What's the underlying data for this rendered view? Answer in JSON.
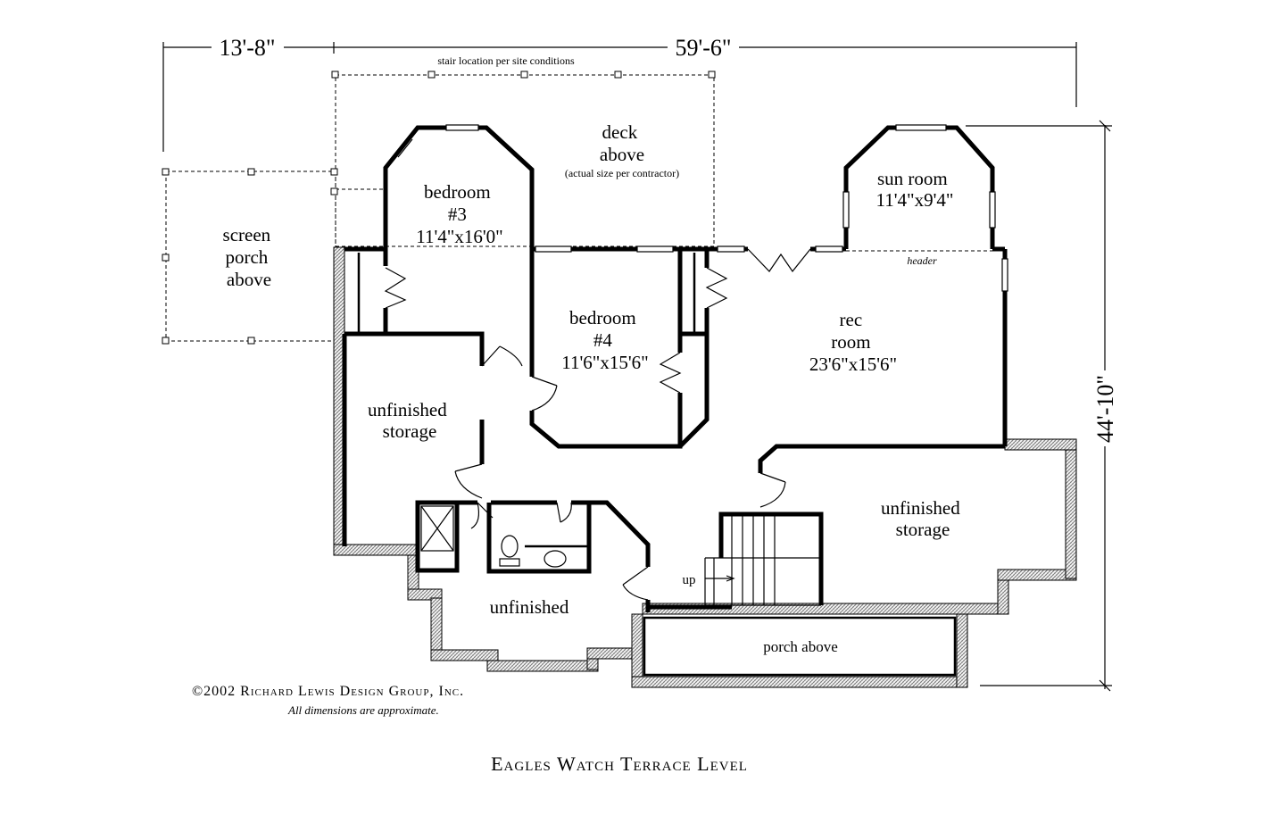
{
  "dimensions": {
    "left_width": "13'-8\"",
    "main_width": "59'-6\"",
    "depth": "44'-10\""
  },
  "notes": {
    "stair_location": "stair location per site conditions",
    "header": "header",
    "up": "up"
  },
  "rooms": {
    "screen_porch": [
      "screen",
      "porch",
      "above"
    ],
    "deck": [
      "deck",
      "above"
    ],
    "deck_note": "(actual size per contractor)",
    "bedroom3": [
      "bedroom",
      "#3",
      "11'4\"x16'0\""
    ],
    "bedroom4": [
      "bedroom",
      "#4",
      "11'6\"x15'6\""
    ],
    "sun_room": [
      "sun room",
      "11'4\"x9'4\""
    ],
    "rec_room": [
      "rec",
      "room",
      "23'6\"x15'6\""
    ],
    "unfinished_storage_left": [
      "unfinished",
      "storage"
    ],
    "unfinished_storage_right": [
      "unfinished",
      "storage"
    ],
    "unfinished": "unfinished",
    "porch_above": "porch above"
  },
  "footer": {
    "copyright": "©2002 Richard Lewis Design Group, Inc.",
    "disclaimer": "All dimensions are approximate.",
    "title": "Eagles Watch Terrace Level"
  }
}
